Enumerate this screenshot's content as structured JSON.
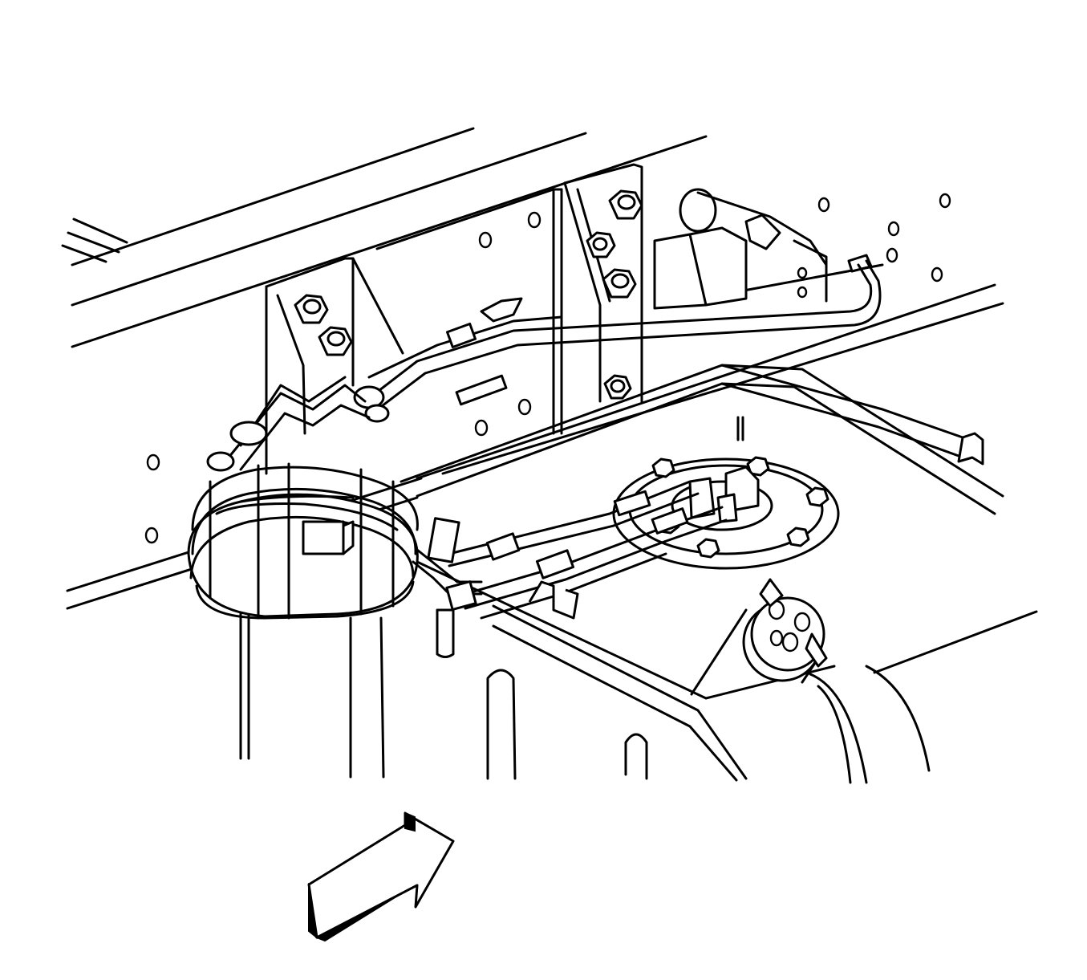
{
  "figure": {
    "background": "#ffffff",
    "line_color": "#000000",
    "components": [
      "frame-rail",
      "frame-crossmember-bracket",
      "mounting-bolts",
      "fuel-tank",
      "fuel-sender-module",
      "fuel-lines",
      "evap-vent-hose-coil",
      "fuel-filler-neck-cap",
      "line-retaining-clips"
    ],
    "indicator": {
      "icon": "direction-arrow-icon",
      "points_toward": "upper-right"
    }
  }
}
